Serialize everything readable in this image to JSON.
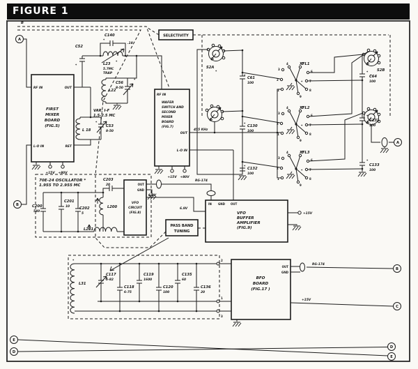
{
  "header": {
    "title": "FIGURE 1"
  },
  "misc": {
    "b": "B",
    "star": "*",
    "f455": "455 KHz",
    "rg174a": "RG-174",
    "rg174b": "RG-174",
    "v69a": "6.9V",
    "v69b": "6.9V",
    "selectivity": "SELECTIVITY",
    "pb1": "PASS BAND",
    "pb2": "TUNING",
    "osc1": "70E-24 OSCILLATOR *",
    "osc2": "1.955 TO 2.955 MC",
    "varif1": "VAR. I-F",
    "varif2": "1.5-2.5 MC"
  },
  "power": {
    "p15": "+15V",
    "p80": "+80V"
  },
  "pins": {
    "p1": "1",
    "p2": "2",
    "p3": "3",
    "p4": "4",
    "p5": "5",
    "p6": "6",
    "p7": "7",
    "p8": "8",
    "p9": "9"
  },
  "conn": {
    "a": "A",
    "b": "B",
    "c": "C",
    "d": "D",
    "e": "E"
  },
  "boards": {
    "first_mixer": {
      "l1": "FIRST",
      "l2": "MIXER",
      "l3": "BOARD",
      "l4": "(FIG.5)",
      "rf_in": "RF IN",
      "out": "OUT",
      "lo_in": "L-O IN",
      "ret": "RET"
    },
    "wafer": {
      "rf_in": "RF IN",
      "l1": "WAFER",
      "l2": "SWITCH AND",
      "l3": "SECOND",
      "l4": "MIXER",
      "l5": "BOARD",
      "l6": "(FIG.7)",
      "out": "OUT",
      "lo_in": "L-O IN"
    },
    "vfo": {
      "l1": "VFO",
      "l2": "CIRCUIT",
      "l3": "(FIG.8)",
      "out": "OUT",
      "gnd": "GND"
    },
    "buffer": {
      "in": "IN",
      "gnd": "GND",
      "out": "OUT",
      "l1": "VFO",
      "l2": "BUFFER",
      "l3": "AMPLIFIER",
      "l4": "(FIG.9)"
    },
    "bfo": {
      "l1": "BFO",
      "l2": "BOARD",
      "l3": "(FIG.17 )",
      "out": "OUT",
      "gnd": "GND"
    }
  },
  "parts": {
    "c52": {
      "r": "C52"
    },
    "c140": {
      "r": "C140",
      "v": ".18"
    },
    "l23": {
      "r": "L23",
      "v1": "5.7MC",
      "v2": "TRAP"
    },
    "l22": {
      "r": "L22"
    },
    "c56": {
      "r": "C56",
      "v": "8-50"
    },
    "l18": {
      "r": "L 18"
    },
    "c53": {
      "r": "C53",
      "v": "8-50"
    },
    "c61": {
      "r": "C61",
      "v": "100"
    },
    "c64": {
      "r": "C64",
      "v": "100"
    },
    "c130": {
      "r": "C130",
      "v": "100"
    },
    "c131": {
      "r": "C131",
      "v": "100"
    },
    "c132": {
      "r": "C132",
      "v": "100"
    },
    "c133": {
      "r": "C133",
      "v": "100"
    },
    "xfl1": {
      "r": "XFL1"
    },
    "xfl2": {
      "r": "XFL2"
    },
    "xfl3": {
      "r": "XFL3"
    },
    "s2a": {
      "r": "S2A"
    },
    "s2b": {
      "r": "S2B"
    },
    "c200": {
      "r": "C200",
      "v": "540"
    },
    "c201": {
      "r": "C201",
      "v": "10"
    },
    "c202": {
      "r": "C202",
      "v": "5"
    },
    "c203": {
      "r": "C203",
      "v": "20"
    },
    "l200": {
      "r": "L200"
    },
    "l201": {
      "r": "L201"
    },
    "l31": {
      "r": "L31"
    },
    "c117": {
      "r": "C117",
      "v": "5-82"
    },
    "c118": {
      "r": "C118",
      "v": "6-75"
    },
    "c119": {
      "r": "C119",
      "v": "1600"
    },
    "c120": {
      "r": "C120",
      "v": "100"
    },
    "c135": {
      "r": "C135",
      "v": "60"
    },
    "c136": {
      "r": "C136",
      "v": "20"
    }
  }
}
